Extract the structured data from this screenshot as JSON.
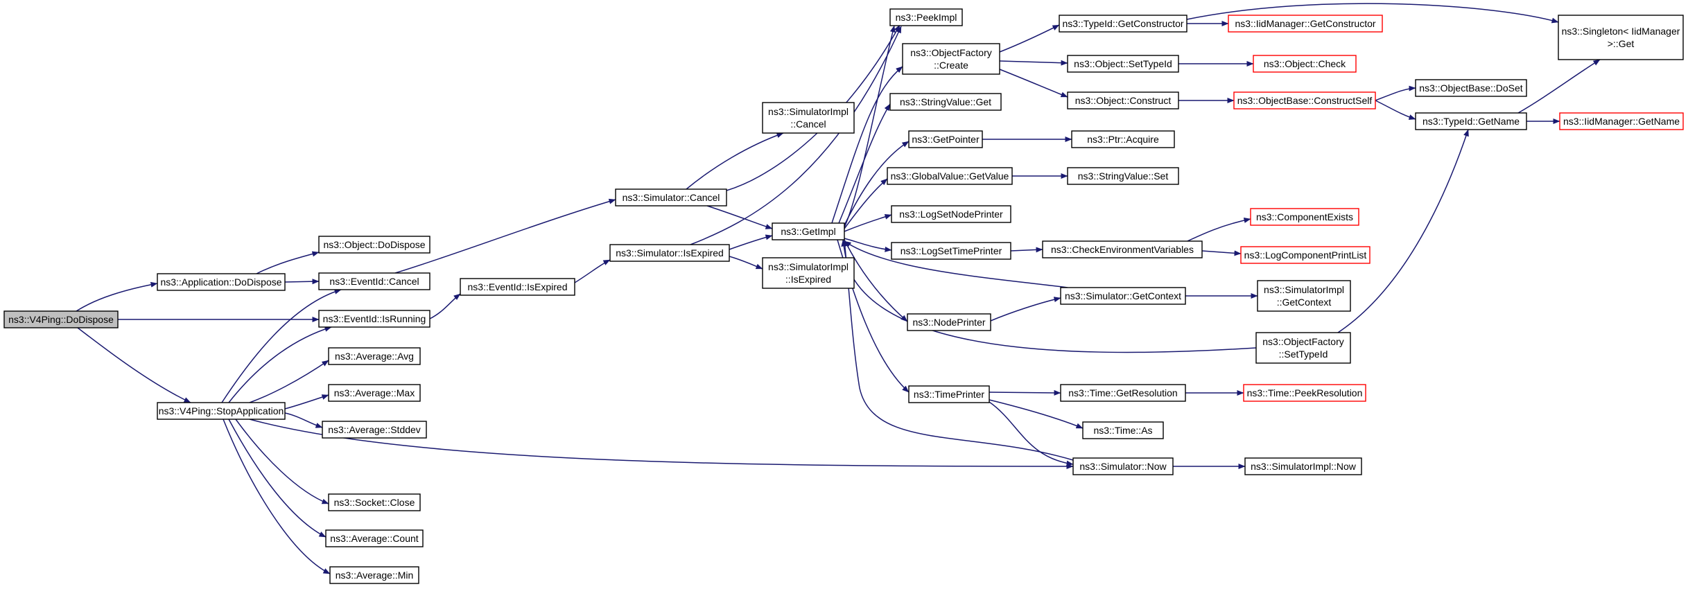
{
  "colors": {
    "edge": "#191970",
    "node_border": "#000000",
    "external_border": "#ff0000",
    "root_fill": "#bfbfbf"
  },
  "nodes": [
    {
      "id": "v4dispose",
      "lines": [
        "ns3::V4Ping::DoDispose"
      ],
      "root": true
    },
    {
      "id": "appdispose",
      "lines": [
        "ns3::Application::DoDispose"
      ]
    },
    {
      "id": "objdispose",
      "lines": [
        "ns3::Object::DoDispose"
      ]
    },
    {
      "id": "eventcancel",
      "lines": [
        "ns3::EventId::Cancel"
      ]
    },
    {
      "id": "eventrunning",
      "lines": [
        "ns3::EventId::IsRunning"
      ]
    },
    {
      "id": "eventexpired",
      "lines": [
        "ns3::EventId::IsExpired"
      ]
    },
    {
      "id": "stopapp",
      "lines": [
        "ns3::V4Ping::StopApplication"
      ]
    },
    {
      "id": "avgavg",
      "lines": [
        "ns3::Average::Avg"
      ]
    },
    {
      "id": "avgmax",
      "lines": [
        "ns3::Average::Max"
      ]
    },
    {
      "id": "avgstd",
      "lines": [
        "ns3::Average::Stddev"
      ]
    },
    {
      "id": "sockclose",
      "lines": [
        "ns3::Socket::Close"
      ]
    },
    {
      "id": "avgcount",
      "lines": [
        "ns3::Average::Count"
      ]
    },
    {
      "id": "avgmin",
      "lines": [
        "ns3::Average::Min"
      ]
    },
    {
      "id": "simcancel",
      "lines": [
        "ns3::Simulator::Cancel"
      ]
    },
    {
      "id": "simexpired",
      "lines": [
        "ns3::Simulator::IsExpired"
      ]
    },
    {
      "id": "implcancel",
      "lines": [
        "ns3::SimulatorImpl",
        "::Cancel"
      ]
    },
    {
      "id": "getimpl",
      "lines": [
        "ns3::GetImpl"
      ]
    },
    {
      "id": "implexpired",
      "lines": [
        "ns3::SimulatorImpl",
        "::IsExpired"
      ]
    },
    {
      "id": "peekimpl",
      "lines": [
        "ns3::PeekImpl"
      ]
    },
    {
      "id": "ofcreate",
      "lines": [
        "ns3::ObjectFactory",
        "::Create"
      ]
    },
    {
      "id": "strvalget",
      "lines": [
        "ns3::StringValue::Get"
      ]
    },
    {
      "id": "getpointer",
      "lines": [
        "ns3::GetPointer"
      ]
    },
    {
      "id": "gvgetvalue",
      "lines": [
        "ns3::GlobalValue::GetValue"
      ]
    },
    {
      "id": "logsetnode",
      "lines": [
        "ns3::LogSetNodePrinter"
      ]
    },
    {
      "id": "logsettime",
      "lines": [
        "ns3::LogSetTimePrinter"
      ]
    },
    {
      "id": "nodeprinter",
      "lines": [
        "ns3::NodePrinter"
      ]
    },
    {
      "id": "timeprinter",
      "lines": [
        "ns3::TimePrinter"
      ]
    },
    {
      "id": "tidgetctor",
      "lines": [
        "ns3::TypeId::GetConstructor"
      ]
    },
    {
      "id": "objsettid",
      "lines": [
        "ns3::Object::SetTypeId"
      ]
    },
    {
      "id": "objconstruct",
      "lines": [
        "ns3::Object::Construct"
      ]
    },
    {
      "id": "ptracquire",
      "lines": [
        "ns3::Ptr::Acquire"
      ]
    },
    {
      "id": "strvalset",
      "lines": [
        "ns3::StringValue::Set"
      ]
    },
    {
      "id": "checkenv",
      "lines": [
        "ns3::CheckEnvironmentVariables"
      ]
    },
    {
      "id": "simgetctx",
      "lines": [
        "ns3::Simulator::GetContext"
      ]
    },
    {
      "id": "ofsettid",
      "lines": [
        "ns3::ObjectFactory",
        "::SetTypeId"
      ]
    },
    {
      "id": "timegetres",
      "lines": [
        "ns3::Time::GetResolution"
      ]
    },
    {
      "id": "timeas",
      "lines": [
        "ns3::Time::As"
      ]
    },
    {
      "id": "simnow",
      "lines": [
        "ns3::Simulator::Now"
      ]
    },
    {
      "id": "iidgetctor",
      "lines": [
        "ns3::IidManager::GetConstructor"
      ],
      "external": true
    },
    {
      "id": "objcheck",
      "lines": [
        "ns3::Object::Check"
      ],
      "external": true
    },
    {
      "id": "obconstructself",
      "lines": [
        "ns3::ObjectBase::ConstructSelf"
      ],
      "external": true
    },
    {
      "id": "compexists",
      "lines": [
        "ns3::ComponentExists"
      ],
      "external": true
    },
    {
      "id": "logcompprint",
      "lines": [
        "ns3::LogComponentPrintList"
      ],
      "external": true
    },
    {
      "id": "implgetctx",
      "lines": [
        "ns3::SimulatorImpl",
        "::GetContext"
      ]
    },
    {
      "id": "timepeekres",
      "lines": [
        "ns3::Time::PeekResolution"
      ],
      "external": true
    },
    {
      "id": "implnow",
      "lines": [
        "ns3::SimulatorImpl::Now"
      ]
    },
    {
      "id": "obdoset",
      "lines": [
        "ns3::ObjectBase::DoSet"
      ]
    },
    {
      "id": "tidgetname",
      "lines": [
        "ns3::TypeId::GetName"
      ]
    },
    {
      "id": "singleton",
      "lines": [
        "ns3::Singleton< IidManager",
        " >::Get"
      ]
    },
    {
      "id": "iidgetname",
      "lines": [
        "ns3::IidManager::GetName"
      ],
      "external": true
    }
  ]
}
